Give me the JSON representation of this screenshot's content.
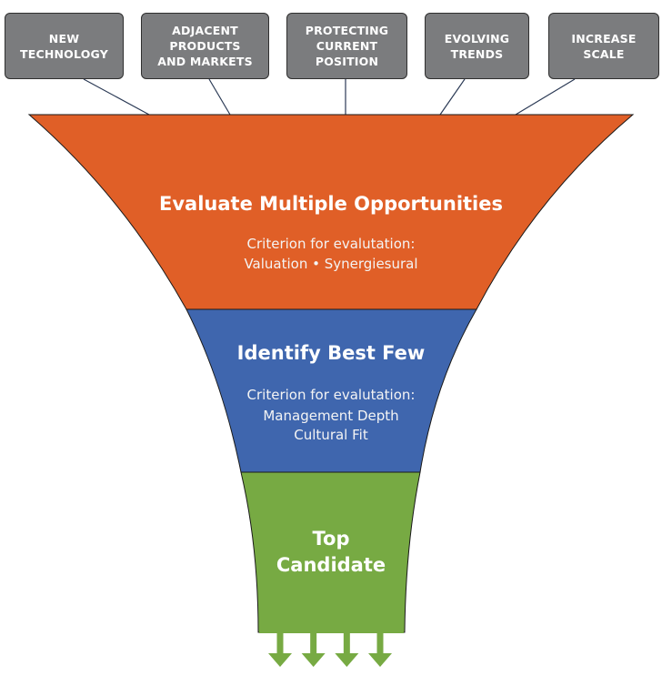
{
  "colors": {
    "box_fill": "#7b7c7e",
    "stage1": "#e05f27",
    "stage2": "#3f66ae",
    "stage3": "#77aa43",
    "connector": "#2b3a55",
    "outline": "#1a1a1a"
  },
  "sources": [
    {
      "label": "NEW\nTECHNOLOGY"
    },
    {
      "label": "ADJACENT\nPRODUCTS\nAND MARKETS"
    },
    {
      "label": "PROTECTING\nCURRENT\nPOSITION"
    },
    {
      "label": "EVOLVING\nTRENDS"
    },
    {
      "label": "INCREASE\nSCALE"
    }
  ],
  "stages": [
    {
      "title": "Evaluate Multiple Opportunities",
      "criterion_heading": "Criterion for evalutation:",
      "criteria": "Valuation • Synergiesural"
    },
    {
      "title": "Identify Best Few",
      "criterion_heading": "Criterion for evalutation:",
      "criteria": "Management Depth\nCultural Fit"
    },
    {
      "title": "Top\nCandidate"
    }
  ],
  "output_arrows": 4
}
